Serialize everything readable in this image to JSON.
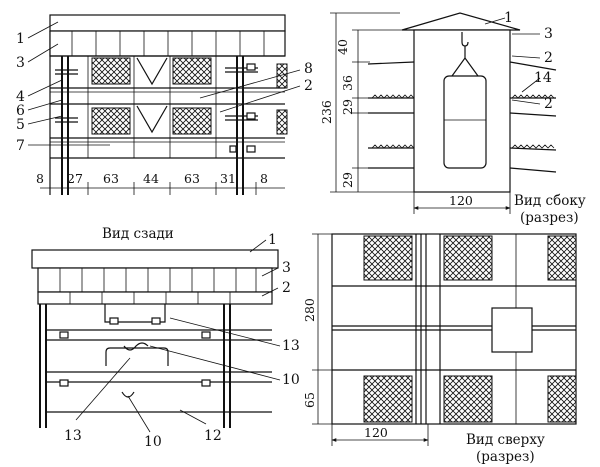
{
  "parts": [
    "1",
    "2",
    "3",
    "4",
    "5",
    "6",
    "7",
    "8",
    "10",
    "12",
    "13",
    "14"
  ],
  "labels": {
    "front_view": {
      "parts_left": [
        "1",
        "3",
        "4",
        "6",
        "5",
        "7"
      ],
      "parts_right": [
        "8",
        "2"
      ],
      "dims": [
        "8",
        "27",
        "63",
        "44",
        "63",
        "31",
        "8"
      ]
    },
    "side_view": {
      "parts": [
        "1",
        "3",
        "2",
        "14",
        "2"
      ],
      "dims_vertical": [
        "40",
        "236",
        "36",
        "29",
        "29"
      ],
      "dim_width": "120",
      "caption_line1": "Вид сбоку",
      "caption_line2": "(разрез)"
    },
    "rear_view": {
      "caption": "Вид сзади",
      "parts_right": [
        "1",
        "3",
        "2",
        "13",
        "10"
      ],
      "parts_bottom": [
        "13",
        "10",
        "12"
      ]
    },
    "top_view": {
      "dims_vertical": [
        "280",
        "65"
      ],
      "dim_width": "120",
      "caption_line1": "Вид сверху",
      "caption_line2": "(разрез)"
    }
  }
}
